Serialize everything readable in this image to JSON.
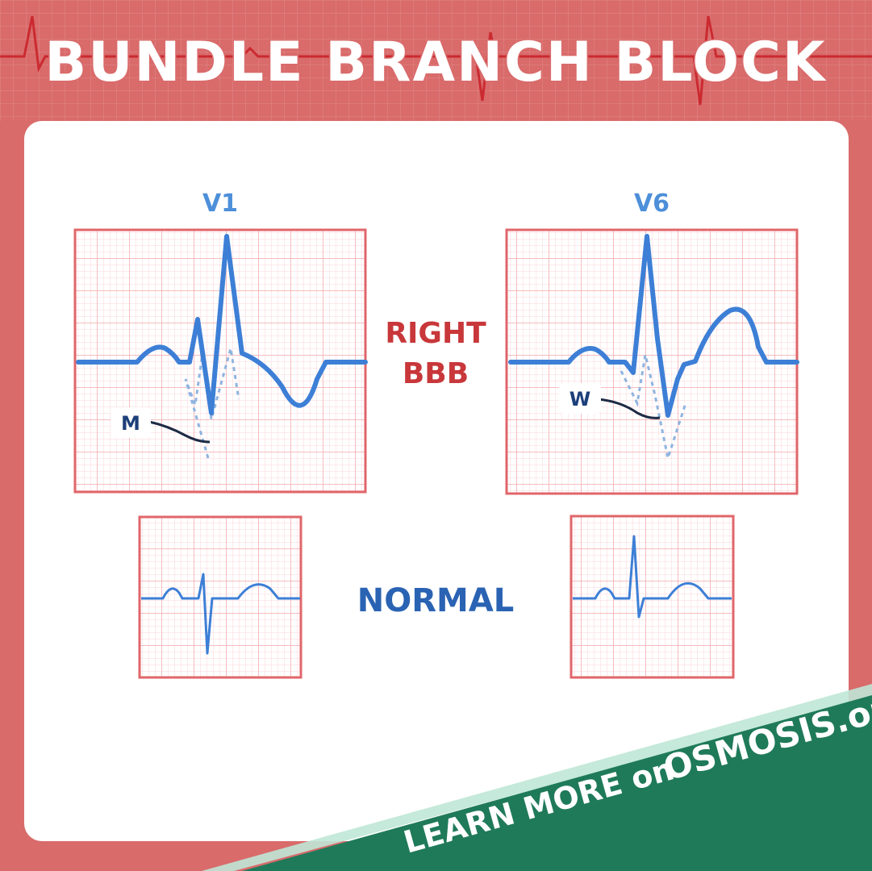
{
  "title": "BUNDLE BRANCH BLOCK",
  "leads": {
    "v1": "V1",
    "v6": "V6"
  },
  "labels": {
    "right_line1": "RIGHT",
    "right_line2": "BBB",
    "normal": "NORMAL",
    "m_pattern": "M",
    "w_pattern": "W"
  },
  "banner": {
    "prefix": "LEARN MORE on",
    "brand": "OSMOSIS.org!"
  },
  "colors": {
    "background": "#d96b6b",
    "panel": "#ffffff",
    "grid_major": "#ef8f93",
    "grid_minor": "#fbd6d8",
    "trace": "#3d7fd6",
    "dashed_trace": "#8fb4df",
    "banner": "#1f7a5a",
    "title_red": "#c8373a"
  }
}
